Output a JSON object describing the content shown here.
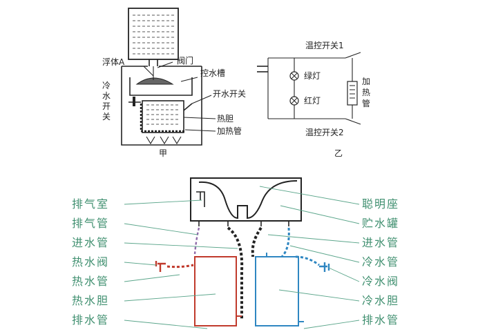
{
  "top_left": {
    "caption": "甲",
    "labels": {
      "float": "浮体A",
      "valve": "阀门",
      "control_tank": "控水槽",
      "cold_switch": "冷\n水\n开\n关",
      "open_switch": "开水开关",
      "heater_tank": "热胆",
      "heating_tube": "加热管"
    }
  },
  "top_right": {
    "caption": "乙",
    "labels": {
      "thermostat1": "温控开关1",
      "green_lamp": "绿灯",
      "red_lamp": "红灯",
      "heating_tube": "加\n热\n管",
      "thermostat2": "温控开关2"
    }
  },
  "bottom": {
    "left_labels": [
      "排气室",
      "排气管",
      "进水管",
      "热水阀",
      "热水管",
      "热水胆",
      "排水管"
    ],
    "right_labels": [
      "聪明座",
      "贮水罐",
      "进水管",
      "冷水管",
      "冷水阀",
      "冷水胆",
      "排水管"
    ],
    "colors": {
      "label": "#3f8f6f",
      "hot": "#c0392b",
      "cold": "#2e86c1",
      "line": "#222222",
      "exhaust": "#8e6aa8"
    }
  }
}
